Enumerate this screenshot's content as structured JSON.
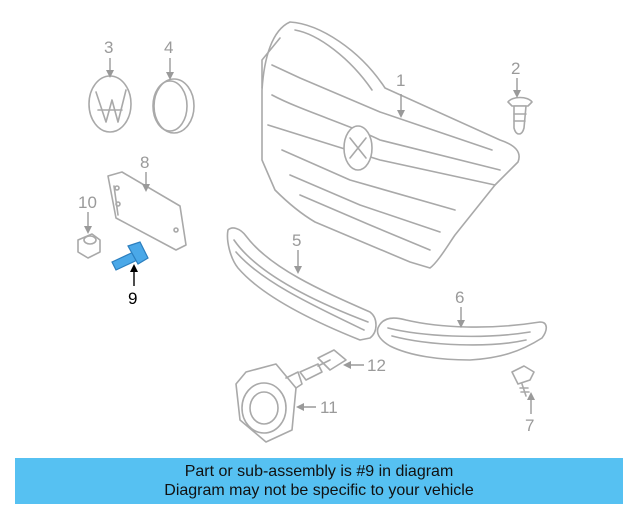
{
  "diagram": {
    "callouts": [
      {
        "id": "1",
        "label": "1"
      },
      {
        "id": "2",
        "label": "2"
      },
      {
        "id": "3",
        "label": "3"
      },
      {
        "id": "4",
        "label": "4"
      },
      {
        "id": "5",
        "label": "5"
      },
      {
        "id": "6",
        "label": "6"
      },
      {
        "id": "7",
        "label": "7"
      },
      {
        "id": "8",
        "label": "8"
      },
      {
        "id": "9",
        "label": "9"
      },
      {
        "id": "10",
        "label": "10"
      },
      {
        "id": "11",
        "label": "11"
      },
      {
        "id": "12",
        "label": "12"
      }
    ],
    "highlight_part": "9",
    "colors": {
      "part_line": "#a9a9a9",
      "highlight_part": "#4aa8e8",
      "banner": "#56c1f2"
    }
  },
  "banner": {
    "line1": "Part or sub-assembly is #9 in diagram",
    "line2": "Diagram may not be specific to your vehicle"
  }
}
